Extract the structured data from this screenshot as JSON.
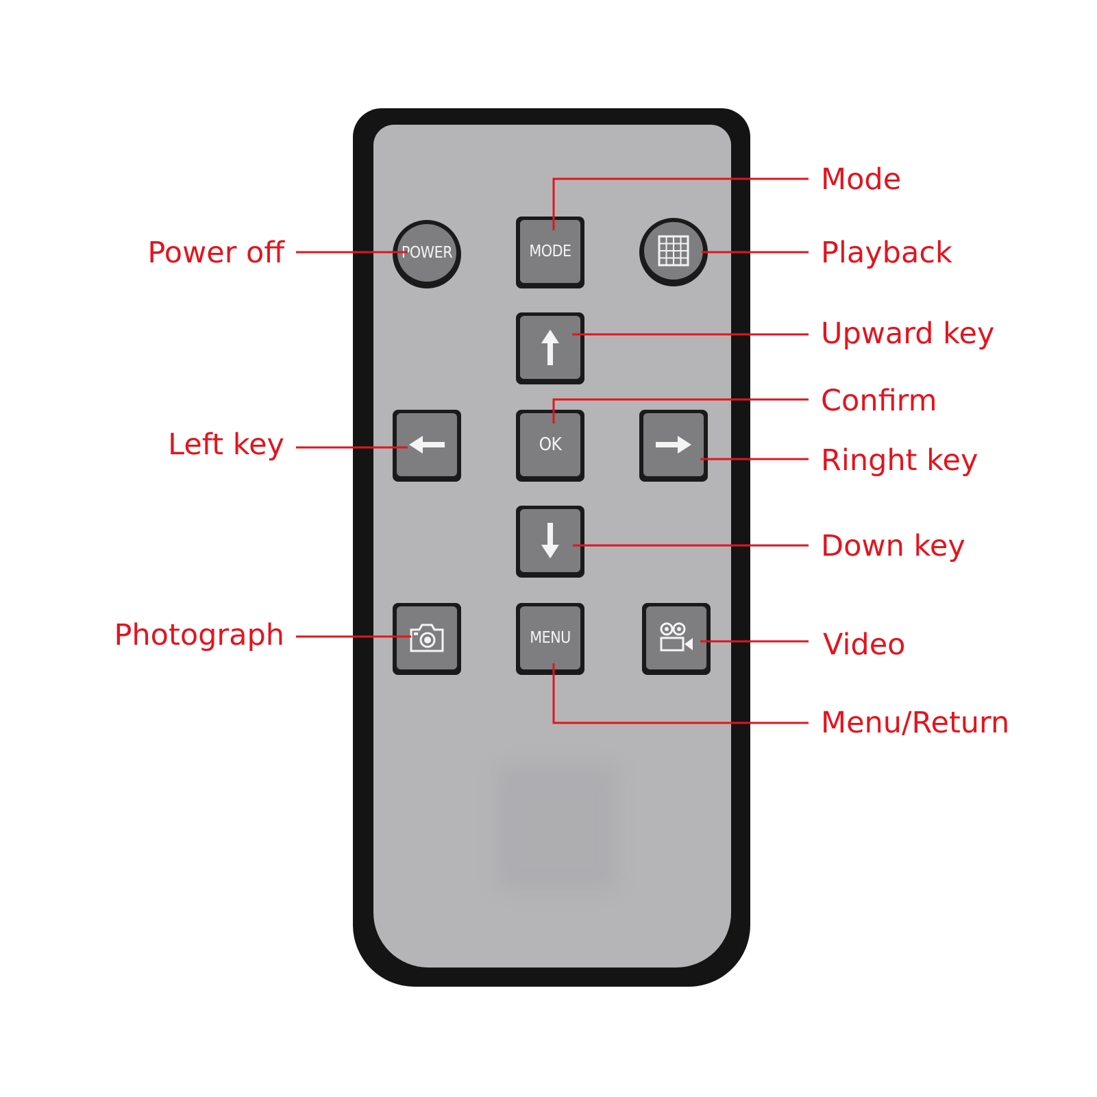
{
  "colors": {
    "label": "#e3141e",
    "leader": "#e3141e",
    "remote_body": "#141414",
    "remote_face": "#b5b5b7",
    "key_cap": "#7e7e80"
  },
  "buttons": {
    "power": {
      "label": "POWER"
    },
    "mode": {
      "label": "MODE"
    },
    "playback": {
      "icon": "grid-icon"
    },
    "up": {
      "icon": "arrow-up-icon"
    },
    "left": {
      "icon": "arrow-left-icon"
    },
    "ok": {
      "label": "OK"
    },
    "right": {
      "icon": "arrow-right-icon"
    },
    "down": {
      "icon": "arrow-down-icon"
    },
    "photo": {
      "icon": "camera-icon"
    },
    "menu": {
      "label": "MENU"
    },
    "video": {
      "icon": "video-camera-icon"
    }
  },
  "labels": {
    "mode": "Mode",
    "power_off": "Power off",
    "playback": "Playback",
    "upward_key": "Upward key",
    "confirm": "Confirm",
    "left_key": "Left key",
    "right_key": "Ringht key",
    "down_key": "Down key",
    "photograph": "Photograph",
    "video": "Video",
    "menu_return": "Menu/Return"
  }
}
